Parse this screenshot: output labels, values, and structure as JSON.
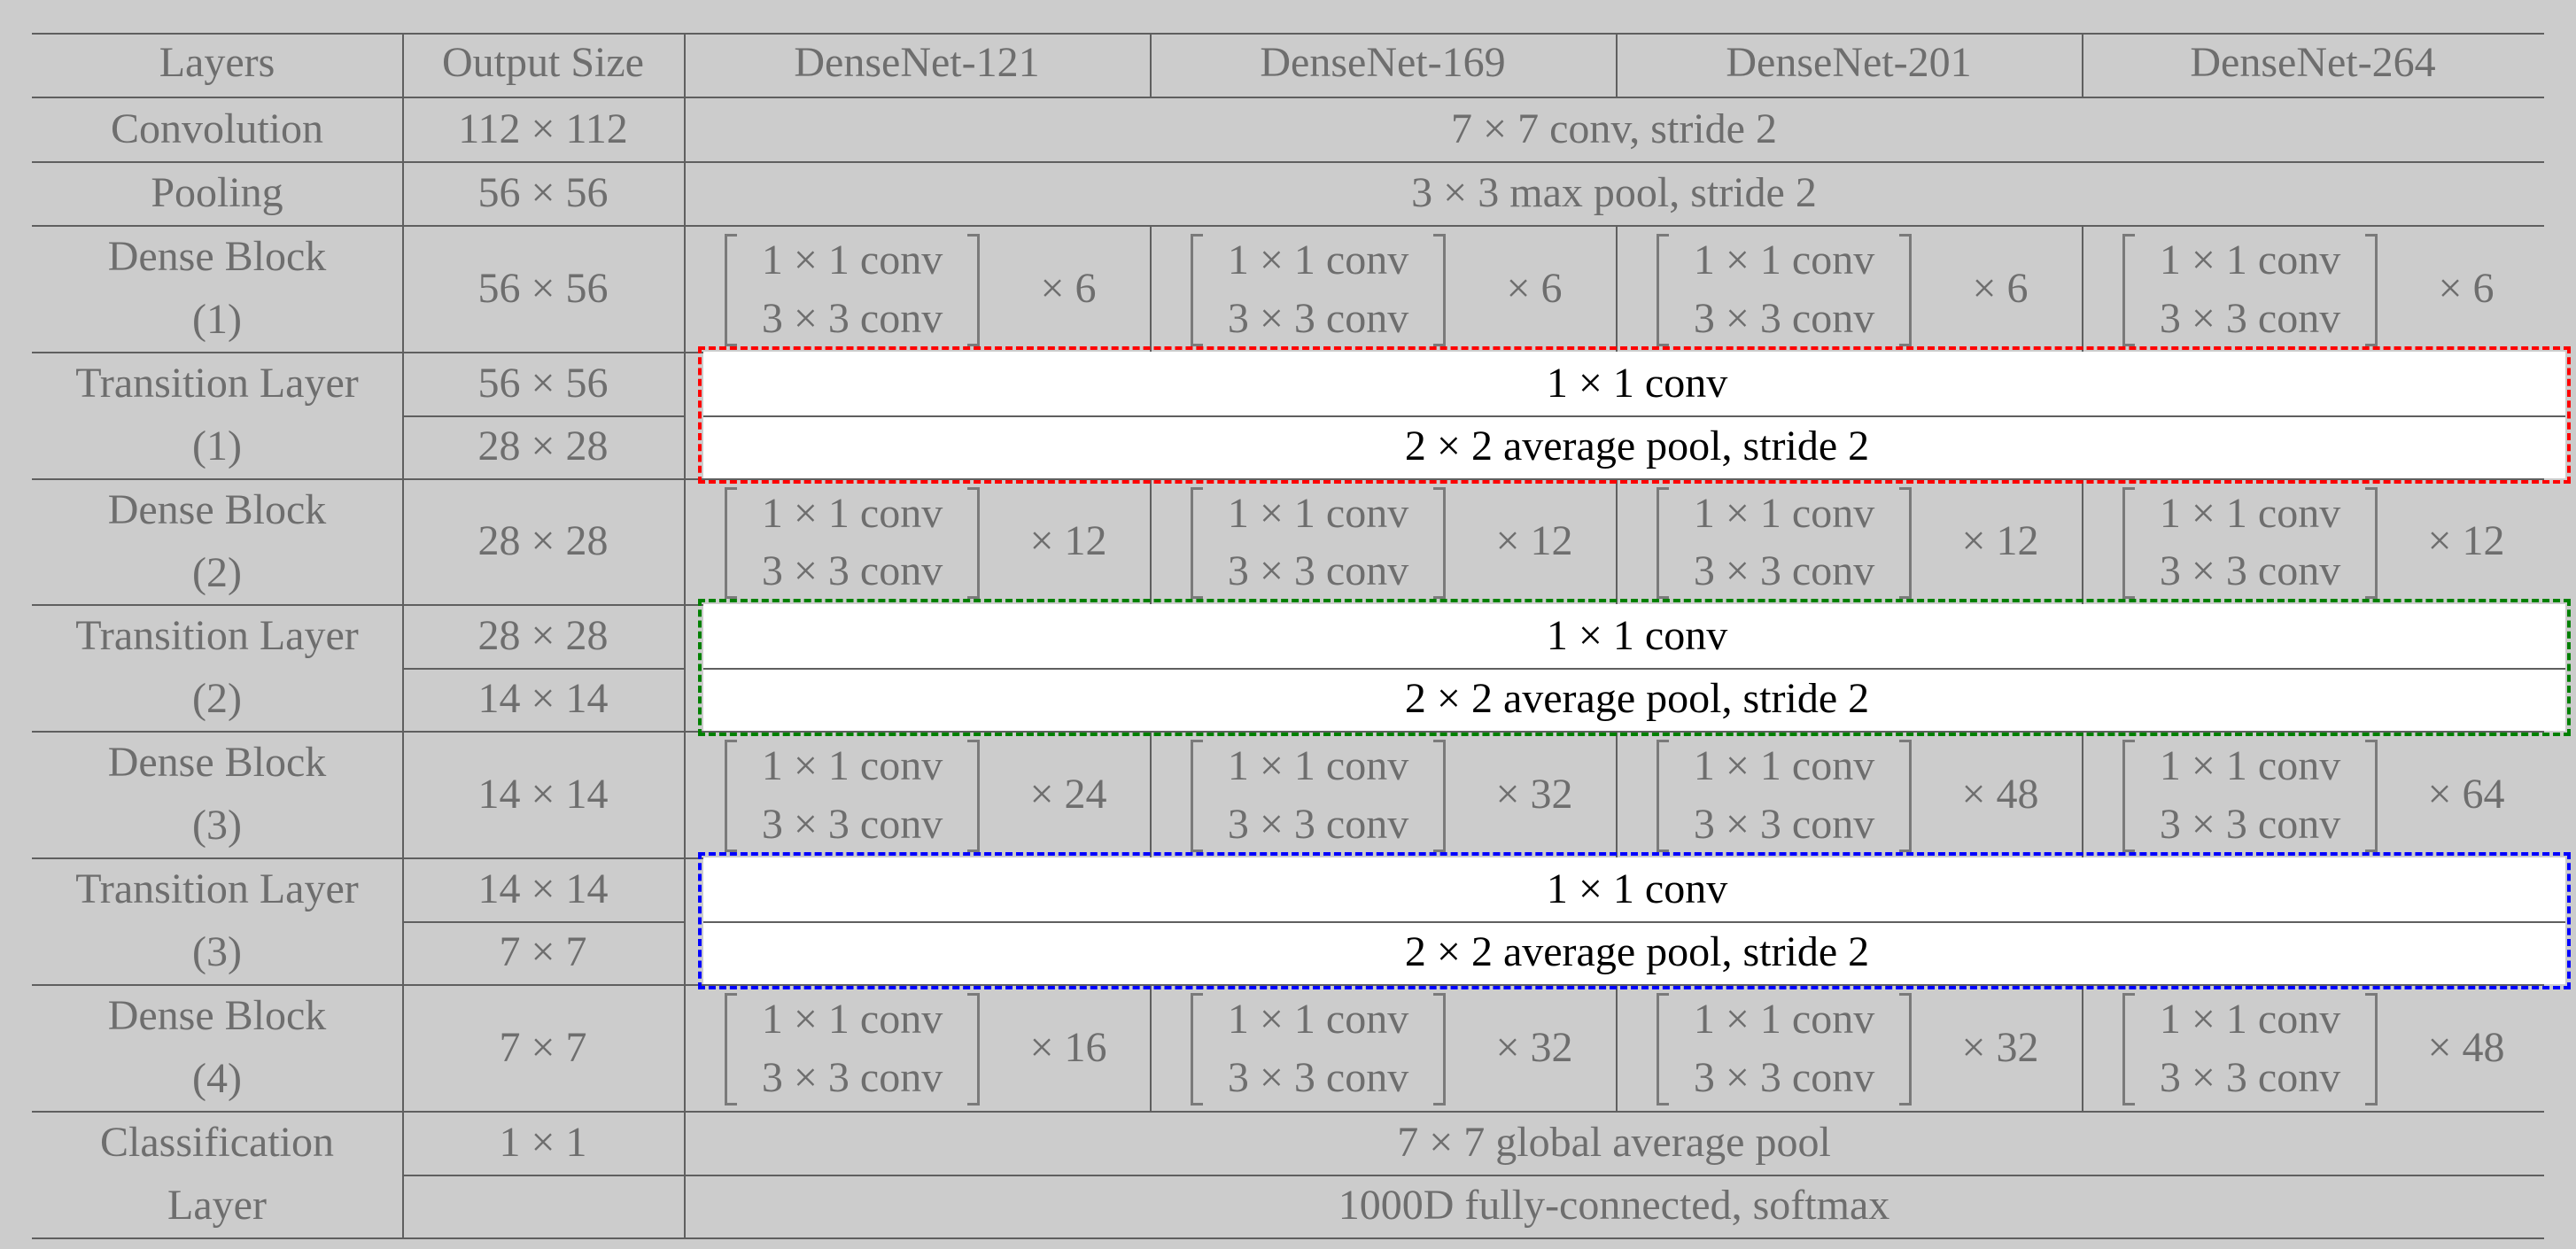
{
  "header": [
    "Layers",
    "Output Size",
    "DenseNet-121",
    "DenseNet-169",
    "DenseNet-201",
    "DenseNet-264"
  ],
  "rows": {
    "convolution": {
      "layer": [
        "Convolution"
      ],
      "output": [
        "112 × 112"
      ],
      "op": "7 × 7 conv, stride 2"
    },
    "pooling": {
      "layer": [
        "Pooling"
      ],
      "output": [
        "56 × 56"
      ],
      "op": "3 × 3 max pool, stride 2"
    },
    "dense_block_1": {
      "layer": [
        "Dense Block",
        "(1)"
      ],
      "output": [
        "56 × 56"
      ],
      "conv_top": "1 × 1 conv",
      "conv_bottom": "3 × 3 conv",
      "multipliers": [
        "× 6",
        "× 6",
        "× 6",
        "× 6"
      ]
    },
    "transition_1": {
      "layer": [
        "Transition Layer",
        "(1)"
      ],
      "output": [
        "56 × 56",
        "28 × 28"
      ],
      "op_top": "1 × 1 conv",
      "op_bottom": "2 × 2 average pool, stride 2",
      "box_color": "#ff0000"
    },
    "dense_block_2": {
      "layer": [
        "Dense Block",
        "(2)"
      ],
      "output": [
        "28 × 28"
      ],
      "conv_top": "1 × 1 conv",
      "conv_bottom": "3 × 3 conv",
      "multipliers": [
        "× 12",
        "× 12",
        "× 12",
        "× 12"
      ]
    },
    "transition_2": {
      "layer": [
        "Transition Layer",
        "(2)"
      ],
      "output": [
        "28 × 28",
        "14 × 14"
      ],
      "op_top": "1 × 1 conv",
      "op_bottom": "2 × 2 average pool, stride 2",
      "box_color": "#008000"
    },
    "dense_block_3": {
      "layer": [
        "Dense Block",
        "(3)"
      ],
      "output": [
        "14 × 14"
      ],
      "conv_top": "1 × 1 conv",
      "conv_bottom": "3 × 3 conv",
      "multipliers": [
        "× 24",
        "× 32",
        "× 48",
        "× 64"
      ]
    },
    "transition_3": {
      "layer": [
        "Transition Layer",
        "(3)"
      ],
      "output": [
        "14 × 14",
        "7 × 7"
      ],
      "op_top": "1 × 1 conv",
      "op_bottom": "2 × 2 average pool, stride 2",
      "box_color": "#0000ff"
    },
    "dense_block_4": {
      "layer": [
        "Dense Block",
        "(4)"
      ],
      "output": [
        "7 × 7"
      ],
      "conv_top": "1 × 1 conv",
      "conv_bottom": "3 × 3 conv",
      "multipliers": [
        "× 16",
        "× 32",
        "× 32",
        "× 48"
      ]
    },
    "classification": {
      "layer": [
        "Classification",
        "Layer"
      ],
      "output": [
        "1 × 1",
        ""
      ],
      "op_top": "7 × 7 global average pool",
      "op_bottom": "1000D fully-connected, softmax"
    }
  }
}
